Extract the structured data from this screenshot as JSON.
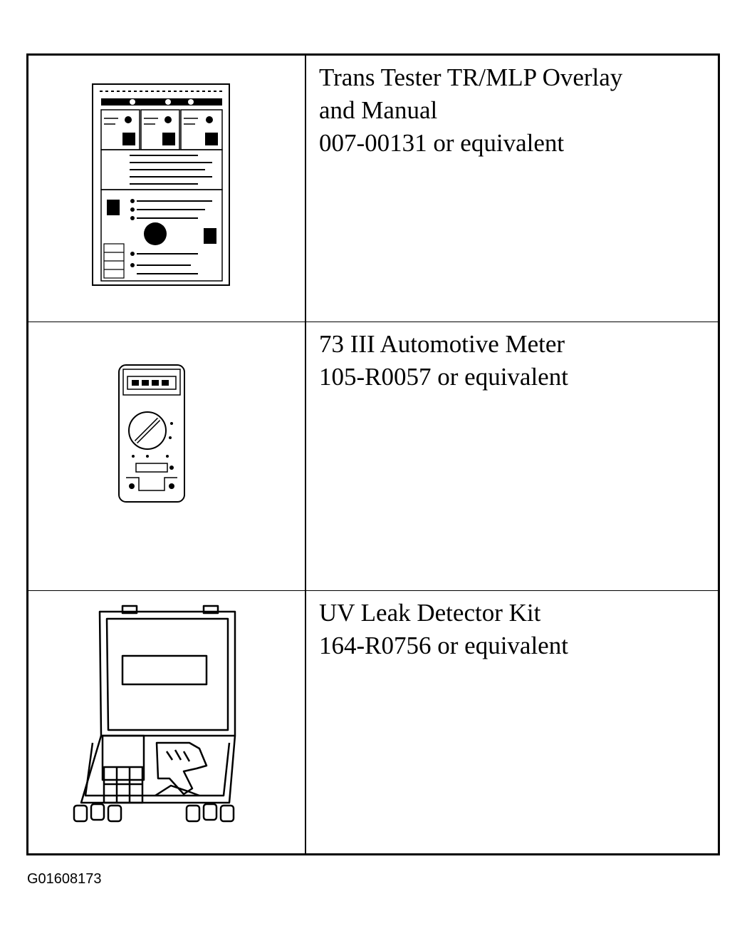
{
  "tools": [
    {
      "icon": "tester-overlay-sheet-icon",
      "lines": [
        "Trans Tester TR/MLP Overlay",
        "and Manual",
        "007-00131 or equivalent"
      ]
    },
    {
      "icon": "multimeter-icon",
      "lines": [
        "73 III Automotive Meter",
        "105-R0057 or equivalent"
      ]
    },
    {
      "icon": "uv-leak-detector-kit-icon",
      "lines": [
        "UV Leak Detector Kit",
        "164-R0756 or equivalent"
      ]
    }
  ],
  "figure_id": "G01608173"
}
